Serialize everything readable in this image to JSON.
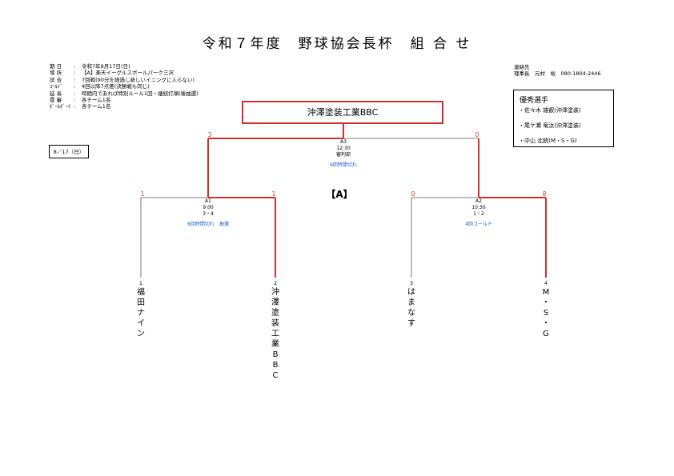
{
  "header": {
    "title": "令和７年度　野球協会長杯　組 合 せ"
  },
  "info": [
    {
      "k": "期 日",
      "v": "令和7年8月17日(日)"
    },
    {
      "k": "場 所",
      "v": "【A】楽天イーグルスボールパーク三沢"
    },
    {
      "k": "試 合",
      "v": "7回戦(90分を経過し新しいイニングに入らない)"
    },
    {
      "k": "ｺｰﾙﾄﾞ",
      "v": "4回以降7点差(決勝戦も同じ)"
    },
    {
      "k": "延 長",
      "v": "時間内であれば特別ルール1回・継続打順(後抽選)"
    },
    {
      "k": "塁 審",
      "v": "各チーム1名"
    },
    {
      "k": "ﾎﾞｰﾙﾎﾞｰｲ",
      "v": "各チーム1名"
    }
  ],
  "contact": {
    "label": "連絡先",
    "person": "理事長　元村　裕　080-1804-2446"
  },
  "date_box": "8／17（日）",
  "best_players": {
    "heading": "優秀選手",
    "players": [
      "・佐々木 雄叡(沖澤塗装)",
      "・尾ケ瀬 竜汰(沖澤塗装)",
      "・中山 北統(M・S・G)"
    ]
  },
  "champion": "沖澤塗装工業BBC",
  "group_label": "【A】",
  "matches": {
    "a3": {
      "id": "A3",
      "time": "12:30",
      "sub": "審判部",
      "note": "6回時間切れ",
      "score_left": "3",
      "score_right": "0"
    },
    "a1": {
      "id": "A1",
      "time": "9:00",
      "sub": "3・4",
      "note": "6回時間切れ　抽選",
      "score_left": "1",
      "score_right": "1"
    },
    "a2": {
      "id": "A2",
      "time": "10:30",
      "sub": "1・2",
      "note": "4回コールド",
      "score_left": "0",
      "score_right": "8"
    }
  },
  "teams": [
    {
      "seed": "1",
      "name": "福\n田\nナ\nイ\nン"
    },
    {
      "seed": "2",
      "name": "沖\n澤\n塗\n装\n工\n業\nB\nB\nC"
    },
    {
      "seed": "3",
      "name": "は\nま\nな\nす"
    },
    {
      "seed": "4",
      "name": "M\n・\nS\n・\nG"
    }
  ],
  "colors": {
    "win_line": "#d32f2f",
    "line": "#555555",
    "note": "#1e5ec8"
  }
}
